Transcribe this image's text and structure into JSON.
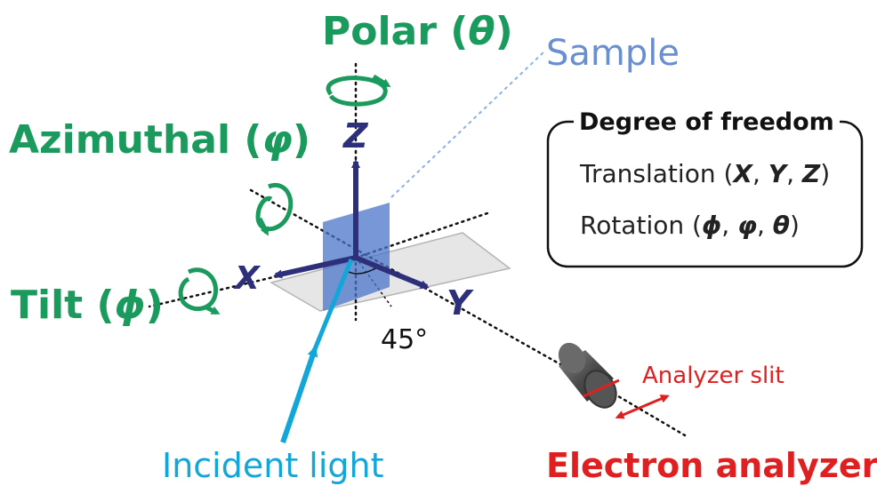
{
  "labels": {
    "polar": "Polar (",
    "polar_symbol": "θ",
    "polar_close": ")",
    "azimuthal": "Azimuthal (",
    "azimuthal_symbol": "φ",
    "azimuthal_close": ")",
    "tilt": "Tilt (",
    "tilt_symbol": "ϕ",
    "tilt_close": ")",
    "sample": "Sample",
    "axis_x": "X",
    "axis_y": "Y",
    "axis_z": "Z",
    "angle": "45°",
    "incident_light": "Incident light",
    "electron_analyzer": "Electron analyzer",
    "analyzer_slit": "Analyzer slit"
  },
  "freedom_box": {
    "title": "Degree of freedom",
    "translation_prefix": "Translation (",
    "translation_x": "X",
    "translation_y": "Y",
    "translation_z": "Z",
    "rotation_prefix": "Rotation (",
    "rotation_phi": "ϕ",
    "rotation_varphi": "φ",
    "rotation_theta": "θ",
    "separator": ", ",
    "close": ")"
  },
  "colors": {
    "rotation_green": "#1a9a5c",
    "axis_navy": "#2e2f7a",
    "sample_blue": "#6a8fd0",
    "incident_cyan": "#13a6d8",
    "analyzer_red": "#e02020"
  }
}
